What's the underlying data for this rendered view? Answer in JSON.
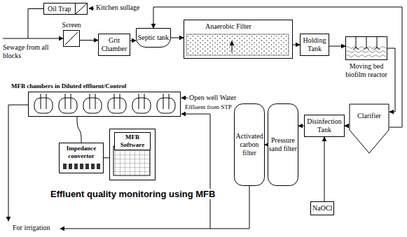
{
  "diagram": {
    "nodes": [
      {
        "text": [
          "Oil Trap"
        ]
      },
      {
        "text": [
          "Screen"
        ]
      },
      {
        "text": [
          "Grit Chamber"
        ]
      },
      {
        "text": [
          "Septic tank"
        ]
      },
      {
        "text": [
          "Anaerobic Filter"
        ]
      },
      {
        "text": [
          "Holding Tank"
        ]
      },
      {
        "text": [
          "Moving bed biofilm reactor"
        ]
      },
      {
        "text": [
          "Clarifier"
        ]
      },
      {
        "text": [
          "Disinfection Tank"
        ]
      },
      {
        "text": [
          "NaOCl"
        ]
      },
      {
        "text": [
          "Pressure sand filter"
        ]
      },
      {
        "text": [
          "Activated carbon filter"
        ]
      },
      {
        "text": [
          "MFB chambers in Diluted effluent/Control"
        ]
      },
      {
        "text": [
          "Impedance convertor"
        ]
      },
      {
        "text": [
          "MFB Software"
        ]
      }
    ],
    "edges": [
      {
        "from": 0,
        "to": 1,
        "arrow": "to"
      },
      {
        "from": 1,
        "to": 2,
        "arrow": "to"
      },
      {
        "from": 2,
        "to": 3,
        "arrow": "to"
      },
      {
        "from": 3,
        "to": 4,
        "arrow": "to"
      },
      {
        "from": 4,
        "to": 5,
        "arrow": "to"
      },
      {
        "from": 5,
        "to": 6,
        "arrow": "to"
      },
      {
        "from": 6,
        "to": 7,
        "arrow": "to"
      },
      {
        "from": 7,
        "to": 8,
        "arrow": "to"
      },
      {
        "from": 9,
        "to": 8,
        "arrow": "to"
      },
      {
        "from": 8,
        "to": 10,
        "arrow": "to"
      },
      {
        "from": 10,
        "to": 11,
        "arrow": "to"
      },
      {
        "from": 7,
        "to": 3,
        "arrow": "to"
      },
      {
        "from": 13,
        "to": 12,
        "arrow": "none"
      },
      {
        "from": 13,
        "to": 14,
        "arrow": "none"
      }
    ],
    "labels": [
      "Kitchen sullage",
      "Sewage from all blocks",
      "Open well Water",
      "Effluent from STP",
      "Effluent quality monitoring using MFB",
      "For irrigation"
    ]
  }
}
